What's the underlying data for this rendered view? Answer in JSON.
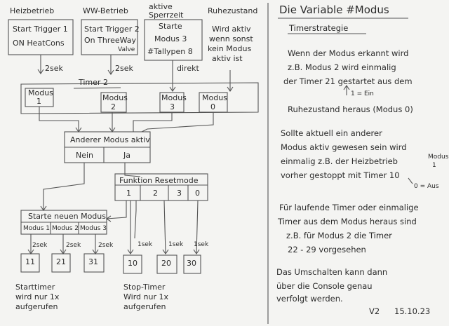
{
  "left": {
    "columns": [
      {
        "header": "Heizbetrieb",
        "box": [
          "Start Trigger 1",
          "ON HeatCons"
        ]
      },
      {
        "header": "WW-Betrieb",
        "box": [
          "Start Trigger 2",
          "On ThreeWay",
          "Valve"
        ]
      },
      {
        "header": "aktive Sperrzeit",
        "box": [
          "Starte",
          "Modus 3",
          "#Tallypen 8"
        ]
      },
      {
        "header": "Ruhezustand",
        "box": [
          "Wird aktiv",
          "wenn sonst",
          "kein Modus",
          "aktiv ist"
        ]
      }
    ],
    "delays": [
      "2sek",
      "2sek",
      "direkt"
    ],
    "timer_label": "Timer 2",
    "modes": [
      {
        "line1": "Modus",
        "line2": "1"
      },
      {
        "line1": "Modus",
        "line2": "2"
      },
      {
        "line1": "Modus",
        "line2": "3"
      },
      {
        "line1": "Modus",
        "line2": "0"
      }
    ],
    "decision": {
      "title": "Anderer Modus aktiv",
      "no": "Nein",
      "yes": "Ja"
    },
    "reset": {
      "title": "Funktion Resetmode",
      "cells": [
        "1",
        "2",
        "3",
        "0"
      ]
    },
    "start": {
      "title": "Starte neuen Modus",
      "cells": [
        "Modus 1",
        "Modus 2",
        "Modus 3"
      ]
    },
    "start_delays": [
      "2sek",
      "2sek",
      "2sek"
    ],
    "stop_delays": [
      "1sek",
      "1sek",
      "1sek"
    ],
    "start_timers": [
      "11",
      "21",
      "31"
    ],
    "stop_timers": [
      "10",
      "20",
      "30"
    ],
    "start_caption": [
      "Starttimer",
      "wird nur 1x",
      "aufgerufen"
    ],
    "stop_caption": [
      "Stop-Timer",
      "Wird nur 1x",
      "aufgerufen"
    ]
  },
  "right": {
    "title": "Die Variable #Modus",
    "subtitle": "Timerstrategie",
    "para1": [
      "Wenn der Modus erkannt wird",
      "z.B. Modus 2 wird einmalig",
      "der Timer 21 gestartet aus dem",
      "Ruhezustand heraus (Modus 0)"
    ],
    "note1": "1 = Ein",
    "para2": [
      "Sollte aktuell ein anderer",
      "Modus aktiv gewesen sein wird",
      "einmalig z.B. der Heizbetrieb",
      "vorher gestoppt mit Timer 10"
    ],
    "note_modus": [
      "Modus",
      "1"
    ],
    "note0": "0 = Aus",
    "para3": [
      "Für laufende Timer oder einmalige",
      "Timer aus dem Modus heraus sind",
      "z.B. für Modus 2 die Timer",
      "22 - 29 vorgesehen"
    ],
    "para4": [
      "Das Umschalten kann dann",
      "über die Console genau",
      "verfolgt werden."
    ],
    "version": "V2",
    "date": "15.10.23"
  }
}
